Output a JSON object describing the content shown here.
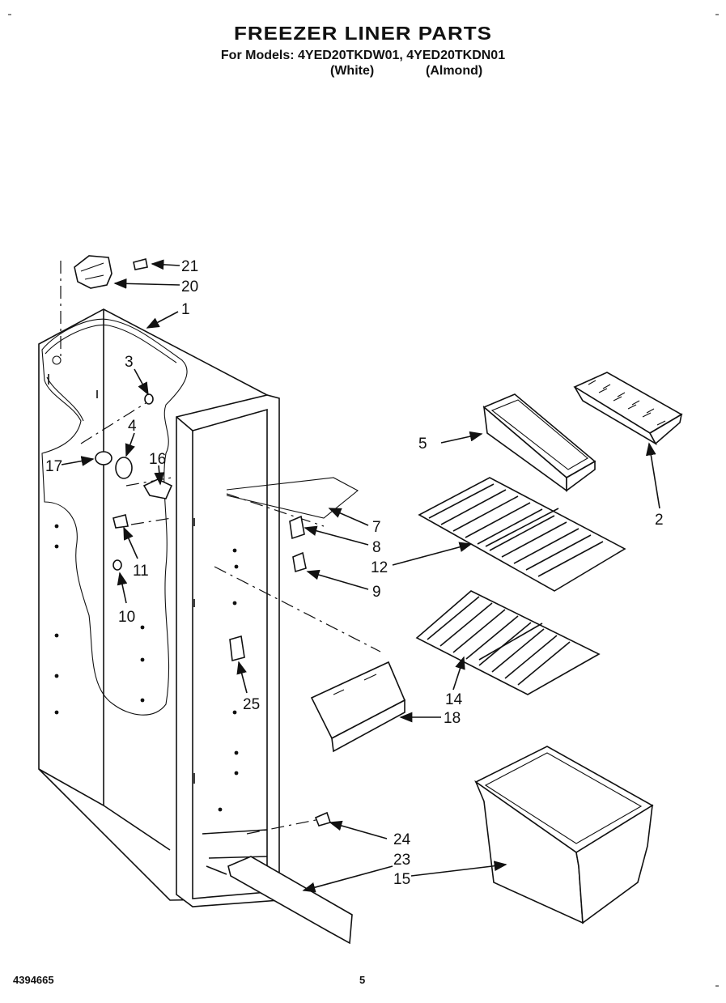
{
  "header": {
    "title": "FREEZER LINER PARTS",
    "models_line": "For Models: 4YED20TKDW01, 4YED20TKDN01",
    "variant_white": "(White)",
    "variant_almond": "(Almond)"
  },
  "callouts": [
    "21",
    "20",
    "1",
    "3",
    "4",
    "17",
    "16",
    "11",
    "10",
    "25",
    "5",
    "2",
    "7",
    "8",
    "12",
    "9",
    "14",
    "18",
    "24",
    "23",
    "15"
  ],
  "footer": {
    "doc_number": "4394665",
    "page_number": "5"
  }
}
